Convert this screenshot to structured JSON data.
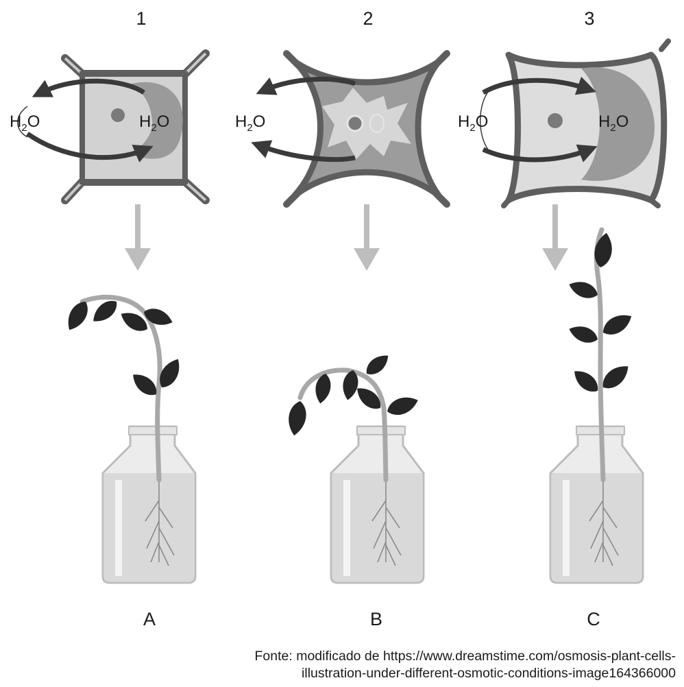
{
  "columns": [
    {
      "number": "1",
      "letter": "A"
    },
    {
      "number": "2",
      "letter": "B"
    },
    {
      "number": "3",
      "letter": "C"
    }
  ],
  "water": {
    "h": "H",
    "sub": "2",
    "o": "O"
  },
  "source": {
    "line1": "Fonte: modificado de https://www.dreamstime.com/osmosis-plant-cells-",
    "line2": "illustration-under-different-osmotic-conditions-image164366000"
  },
  "colors": {
    "wall": "#5e5e5e",
    "cytoplasm": "#d2d2d2",
    "vacuole": "#9a9a9a",
    "nucleus": "#7a7a7a",
    "arrow": "#3a3a3a",
    "down_arrow": "#bdbdbd",
    "leaf": "#262626",
    "stem": "#a8a8a8",
    "jar": "#cfcfcf",
    "water": "#d9d9d9"
  }
}
